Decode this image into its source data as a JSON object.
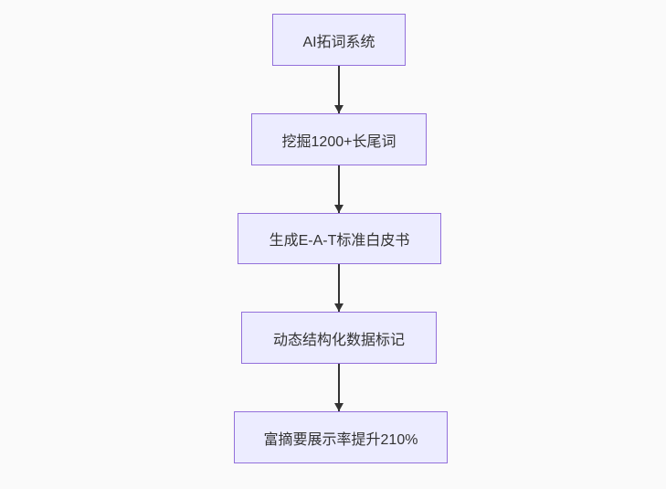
{
  "diagram": {
    "type": "flowchart-top-down",
    "colors": {
      "background": "#fafafa",
      "node_fill": "#ececff",
      "node_border": "#9370db",
      "text": "#333333",
      "arrow": "#333333"
    },
    "nodes": [
      {
        "label": "AI拓词系统"
      },
      {
        "label": "挖掘1200+长尾词"
      },
      {
        "label": "生成E-A-T标准白皮书"
      },
      {
        "label": "动态结构化数据标记"
      },
      {
        "label": "富摘要展示率提升210%"
      }
    ],
    "edges": [
      {
        "from": 0,
        "to": 1
      },
      {
        "from": 1,
        "to": 2
      },
      {
        "from": 2,
        "to": 3
      },
      {
        "from": 3,
        "to": 4
      }
    ]
  }
}
